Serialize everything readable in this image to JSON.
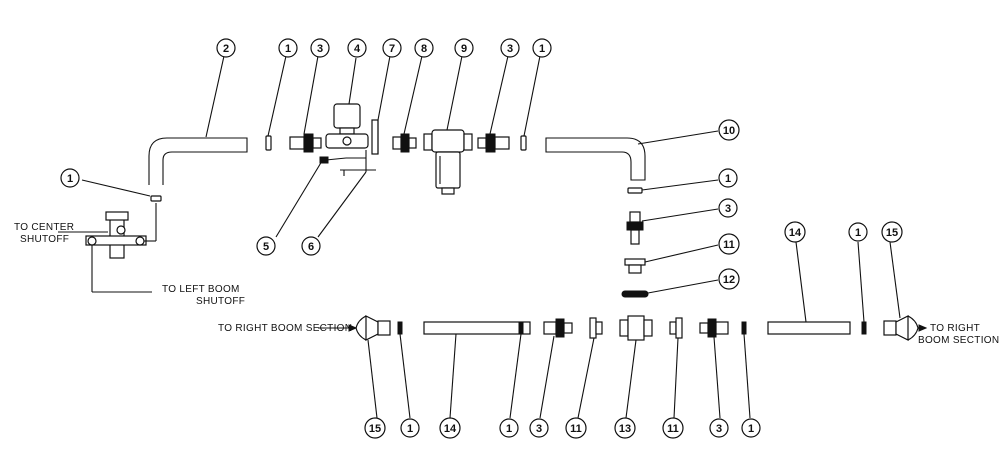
{
  "diagram": {
    "parts": {
      "p1": "1",
      "p2": "2",
      "p3": "3",
      "p4": "4",
      "p5": "5",
      "p6": "6",
      "p7": "7",
      "p8": "8",
      "p9": "9",
      "p10": "10",
      "p11": "11",
      "p12": "12",
      "p13": "13",
      "p14": "14",
      "p15": "15"
    },
    "labels": {
      "center_shutoff_1": "TO CENTER",
      "center_shutoff_2": "SHUTOFF",
      "left_boom_1": "TO LEFT BOOM",
      "left_boom_2": "SHUTOFF",
      "right_boom_left": "TO RIGHT BOOM SECTION",
      "right_boom_right_1": "TO RIGHT",
      "right_boom_right_2": "BOOM SECTION"
    }
  }
}
